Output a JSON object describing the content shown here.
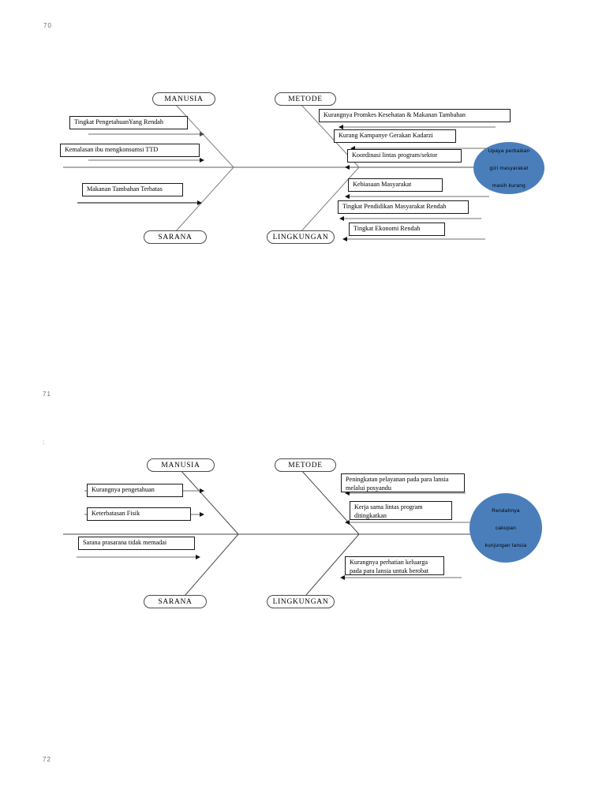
{
  "document": {
    "page_markers": [
      {
        "label": "70",
        "class": "pn-70"
      },
      {
        "label": "71",
        "class": "pn-71"
      },
      {
        "label": "72",
        "class": "pn-72"
      }
    ],
    "stray_mark": ":"
  },
  "diagram1": {
    "title": "Fishbone diagram - Upaya perbaikan gizi masyarakat",
    "categories": {
      "top_left": "MANUSIA",
      "top_right": "METODE",
      "bottom_left": "SARANA",
      "bottom_right": "LINGKUNGAN"
    },
    "effect": {
      "line1": "Upaya perbaikan",
      "line2": "gizi masyarakat",
      "line3": "masih kurang",
      "color": "#4a7ebb"
    },
    "causes": {
      "manusia": [
        "Tingkat PengetahuanYang  Rendah",
        "Kemalasan ibu mengkonsumsi TTD"
      ],
      "sarana": [
        "Makanan Tambahan Terbatas"
      ],
      "metode": [
        "Kurangnya Promkes Kesehatan & Makanan Tambahan",
        "Kurang Kampanye  Gerakan Kadarzi",
        "Koordinasi lintas program/sektor"
      ],
      "lingkungan": [
        "Kebiasaan Masyarakat",
        "Tingkat Pendidikan Masyarakat Rendah",
        "Tingkat Ekonomi Rendah"
      ]
    }
  },
  "diagram2": {
    "title": "Fishbone diagram - Rendahnya cakupan kunjungan lansia",
    "categories": {
      "top_left": "MANUSIA",
      "top_right": "METODE",
      "bottom_left": "SARANA",
      "bottom_right": "LINGKUNGAN"
    },
    "effect": {
      "line1": "Rendahnya",
      "line2": "cakupan",
      "line3": "kunjungan lansia",
      "color": "#4a7ebb"
    },
    "causes": {
      "manusia": [
        "Kurangnya pengetahuan",
        "Keterbatasan Fisik"
      ],
      "sarana": [
        "Sarana prasarana tidak memadai"
      ],
      "metode": [
        "Peningkatan pelayanan pada para lansia melalui posyandu",
        "Kerja sama lintas program ditingkatkan"
      ],
      "lingkungan": [
        "Kurangnya perhatian keluarga pada para lansia untuk berobat"
      ]
    }
  }
}
